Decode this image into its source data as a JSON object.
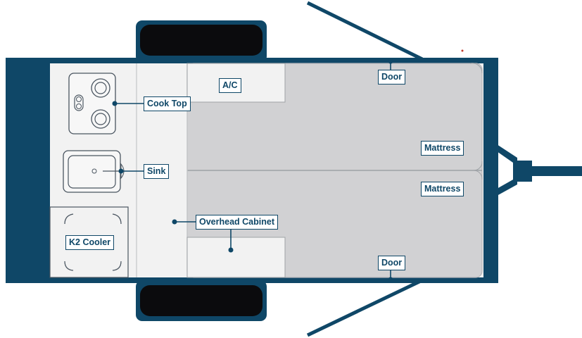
{
  "labels": {
    "ac": "A/C",
    "door_top": "Door",
    "door_bottom": "Door",
    "cook_top": "Cook Top",
    "mattress_upper": "Mattress",
    "mattress_lower": "Mattress",
    "sink": "Sink",
    "overhead_cabinet": "Overhead Cabinet",
    "k2_cooler": "K2 Cooler"
  },
  "colors": {
    "frame": "#0f4767",
    "floor": "#f2f2f2",
    "mattress": "#d1d1d3",
    "tire": "#0b0b0d",
    "label_border": "#0f4767"
  }
}
